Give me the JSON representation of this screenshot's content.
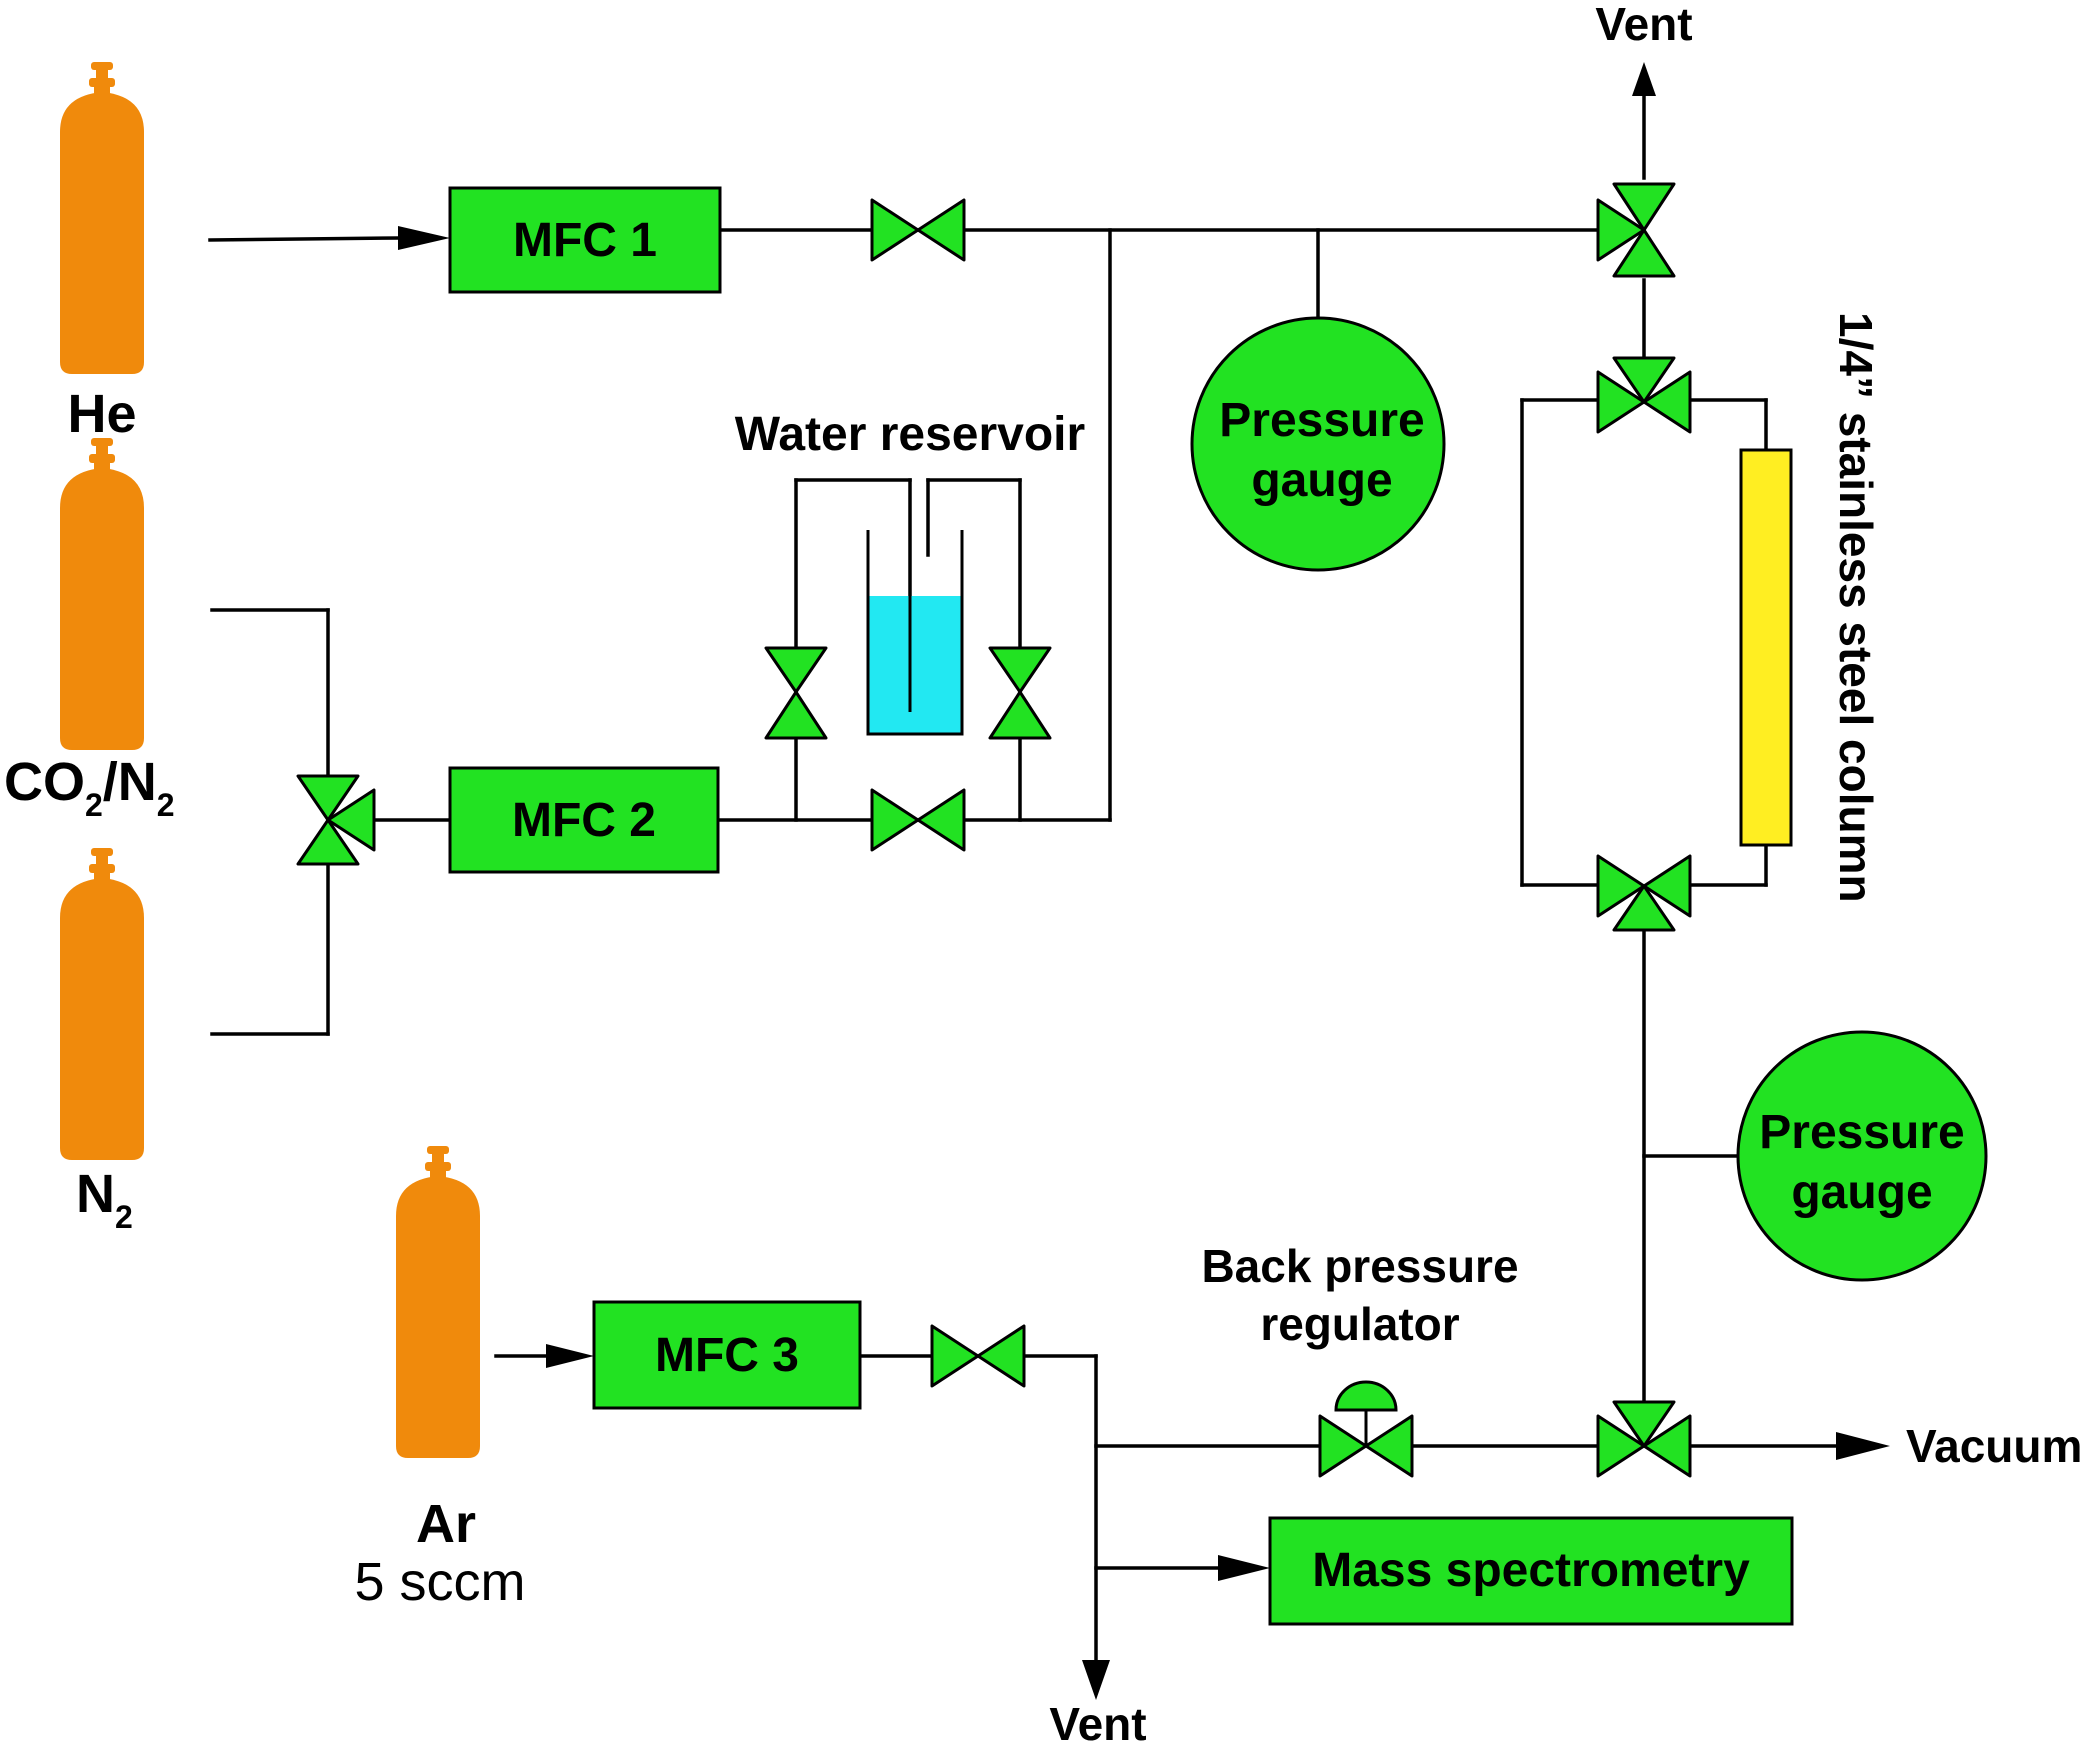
{
  "colors": {
    "cylinder": "#f08a0c",
    "component": "#22e222",
    "water": "#22e8f2",
    "column": "#ffee22",
    "line": "#000000"
  },
  "labels": {
    "he": "He",
    "co2_main": "CO",
    "co2_sub": "2",
    "co2_slash": "/N",
    "co2_sub2": "2",
    "n2_main": "N",
    "n2_sub": "2",
    "ar": "Ar",
    "ar_flow": "5 sccm",
    "mfc1": "MFC 1",
    "mfc2": "MFC 2",
    "mfc3": "MFC 3",
    "water_reservoir": "Water reservoir",
    "pressure_gauge_top_l1": "Pressure",
    "pressure_gauge_top_l2": "gauge",
    "pressure_gauge_bottom_l1": "Pressure",
    "pressure_gauge_bottom_l2": "gauge",
    "column": "1/4” stainless steel column",
    "vent_top": "Vent",
    "vent_bottom": "Vent",
    "bpr_l1": "Back pressure",
    "bpr_l2": "regulator",
    "vacuum": "Vacuum",
    "mass_spec": "Mass spectrometry"
  }
}
